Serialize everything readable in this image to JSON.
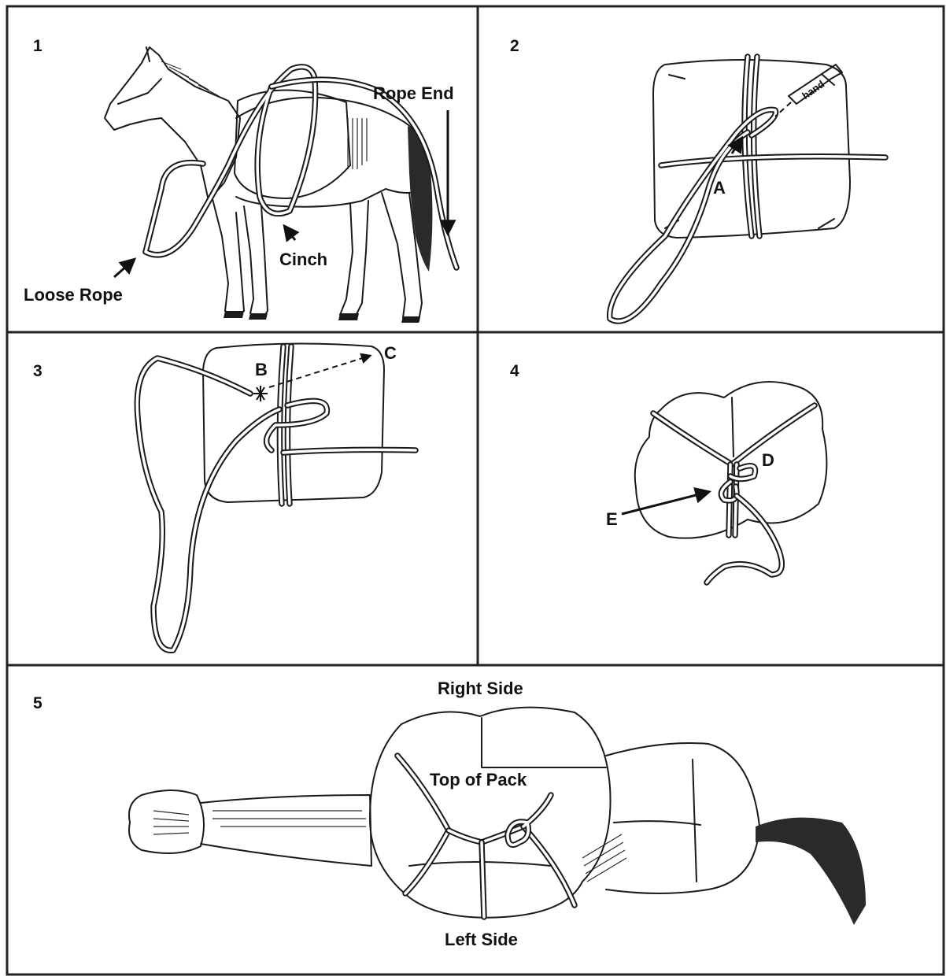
{
  "panels": [
    {
      "number": "1",
      "labels": {
        "rope_end": "Rope End",
        "cinch": "Cinch",
        "loose_rope": "Loose Rope"
      }
    },
    {
      "number": "2",
      "labels": {
        "point_a": "A",
        "hand_tag": "hand"
      }
    },
    {
      "number": "3",
      "labels": {
        "point_b": "B",
        "point_c": "C"
      }
    },
    {
      "number": "4",
      "labels": {
        "point_d": "D",
        "point_e": "E"
      }
    },
    {
      "number": "5",
      "labels": {
        "right_side": "Right Side",
        "top_of_pack": "Top of Pack",
        "left_side": "Left Side"
      }
    }
  ]
}
